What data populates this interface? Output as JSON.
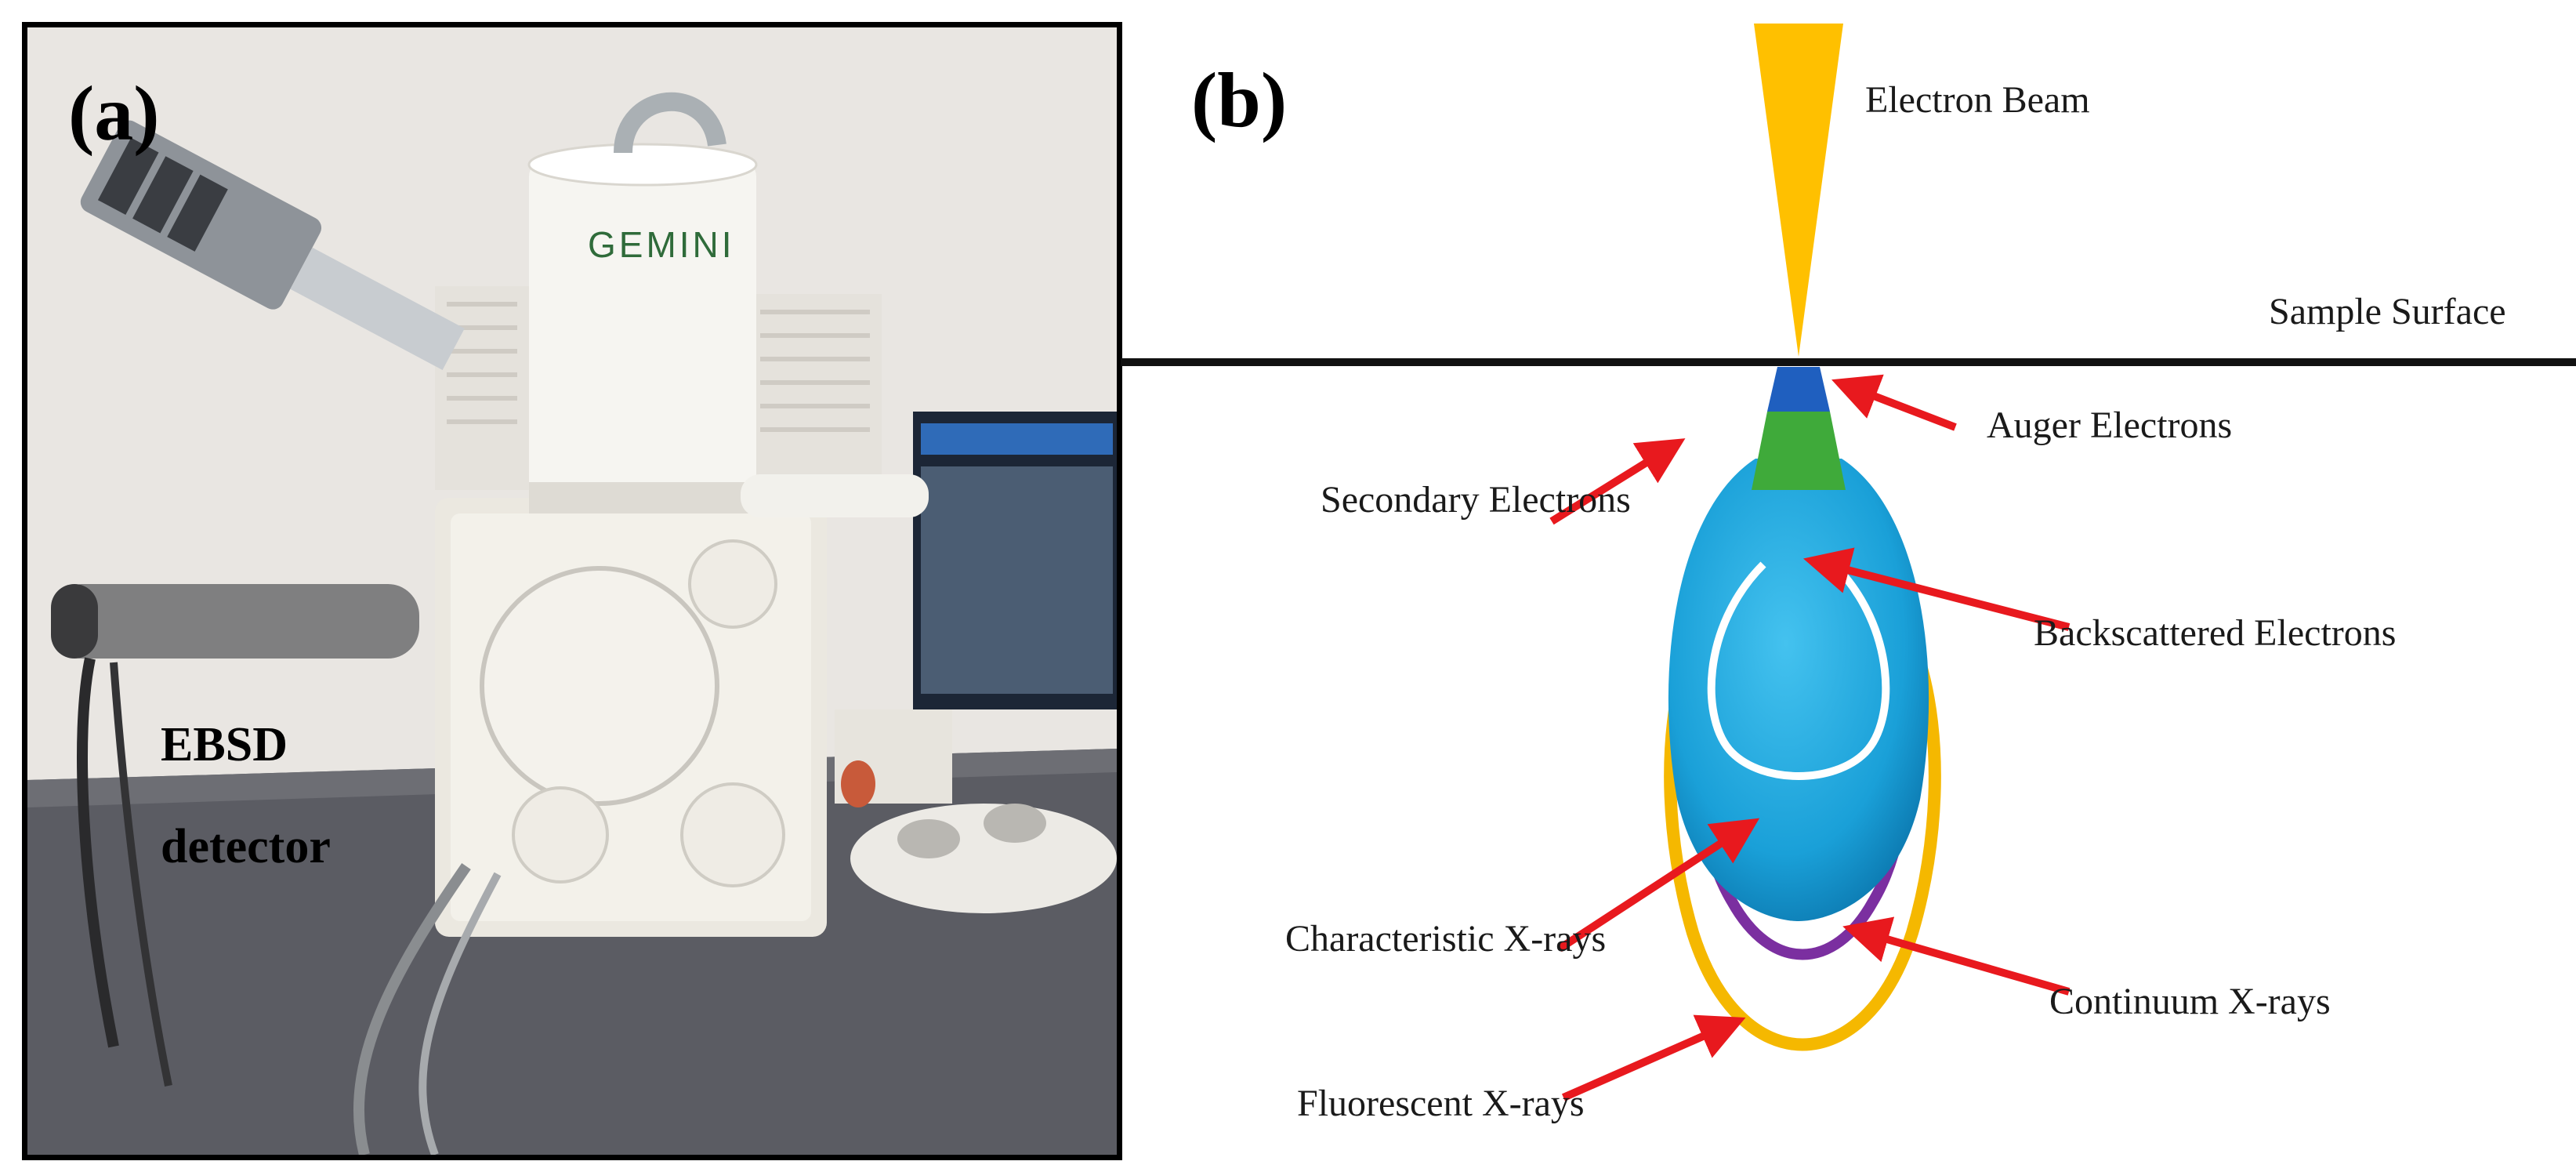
{
  "panel_a": {
    "label": "(a)",
    "brand_text": "GEMINI",
    "detector_label_line1": "EBSD",
    "detector_label_line2": "detector"
  },
  "panel_b": {
    "label": "(b)",
    "labels": {
      "electron_beam": "Electron Beam",
      "sample_surface": "Sample Surface",
      "auger_electrons": "Auger Electrons",
      "secondary_electrons": "Secondary Electrons",
      "backscattered_electrons": "Backscattered Electrons",
      "characteristic_xrays": "Characteristic X-rays",
      "continuum_xrays": "Continuum X-rays",
      "fluorescent_xrays": "Fluorescent X-rays"
    },
    "colors": {
      "beam": "#FFC000",
      "auger": "#1F5FBF",
      "secondary": "#3FAA3A",
      "backscattered": "#1AA0D8",
      "characteristic_outline": "#FFFFFF",
      "continuum_outline": "#7B2FA0",
      "fluorescent_outline": "#F5B800",
      "arrows": "#E8191E"
    }
  }
}
